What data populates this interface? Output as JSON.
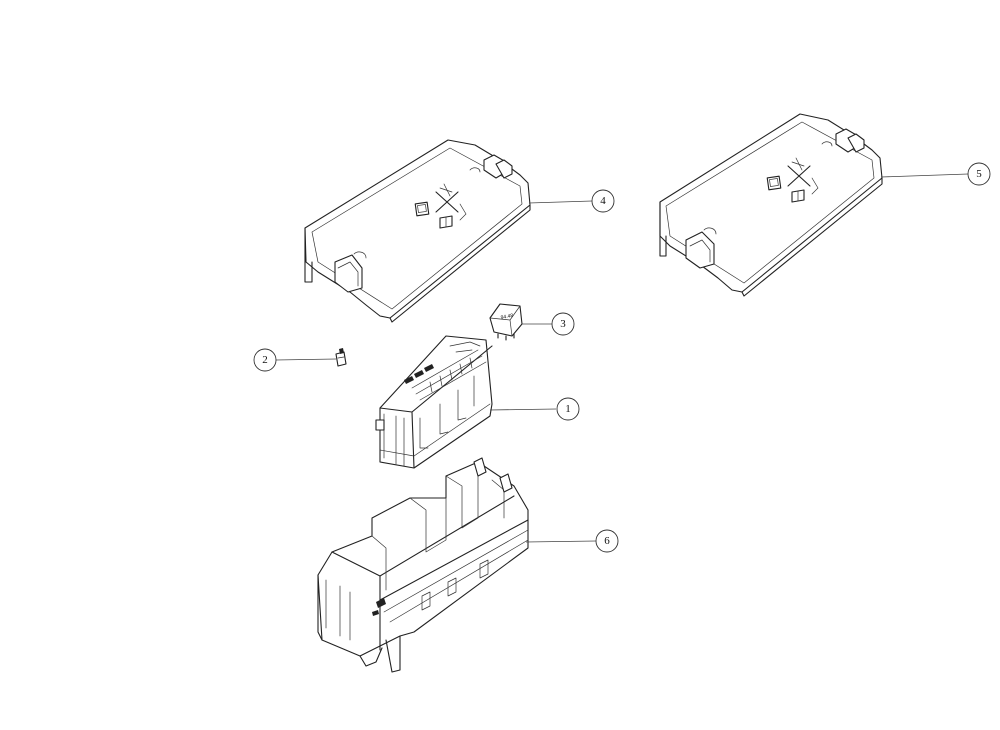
{
  "callouts": [
    {
      "id": "1",
      "label": "1"
    },
    {
      "id": "2",
      "label": "2"
    },
    {
      "id": "3",
      "label": "3"
    },
    {
      "id": "4",
      "label": "4"
    },
    {
      "id": "5",
      "label": "5"
    },
    {
      "id": "6",
      "label": "6"
    }
  ],
  "colors": {
    "line": "#222222",
    "background": "#ffffff"
  }
}
